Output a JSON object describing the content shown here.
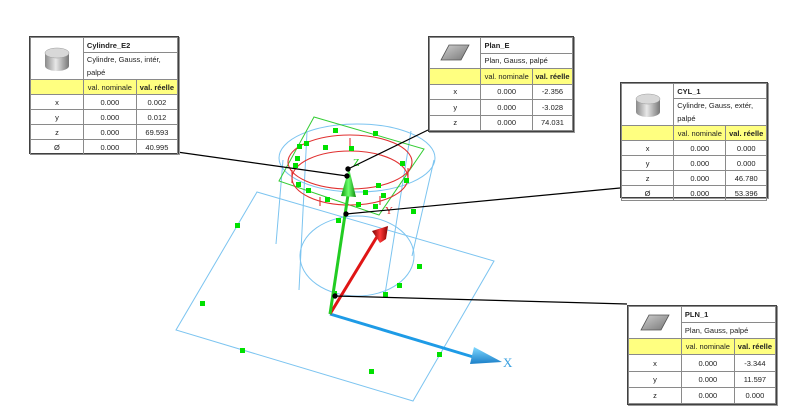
{
  "colors": {
    "header_row_bg": "#ffff80",
    "axis_x": "#1e9be6",
    "axis_y": "#e01515",
    "axis_z": "#22cc22",
    "plane_outline": "#7cc4f0",
    "probe_points": "#00e000",
    "plane_e_outline": "#33cc33",
    "cylinder_inner": "#e03030",
    "leader_line": "#000000"
  },
  "axes": {
    "x_label": "X",
    "y_label": "Y",
    "z_label": "Z"
  },
  "columns": {
    "nominal": "val. nominale",
    "actual": "val. réelle"
  },
  "features": [
    {
      "id": "cylindre_e2",
      "name": "Cylindre_E2",
      "type": "Cylindre, Gauss, intér, palpé",
      "icon": "cylinder-icon",
      "rows": [
        {
          "label": "x",
          "nominal": "0.000",
          "actual": "0.002"
        },
        {
          "label": "y",
          "nominal": "0.000",
          "actual": "0.012"
        },
        {
          "label": "z",
          "nominal": "0.000",
          "actual": "69.593"
        },
        {
          "label": "Ø",
          "nominal": "0.000",
          "actual": "40.995"
        }
      ]
    },
    {
      "id": "plan_e",
      "name": "Plan_E",
      "type": "Plan, Gauss, palpé",
      "icon": "plane-icon",
      "rows": [
        {
          "label": "x",
          "nominal": "0.000",
          "actual": "-2.356"
        },
        {
          "label": "y",
          "nominal": "0.000",
          "actual": "-3.028"
        },
        {
          "label": "z",
          "nominal": "0.000",
          "actual": "74.031"
        }
      ]
    },
    {
      "id": "cyl_1",
      "name": "CYL_1",
      "type": "Cylindre, Gauss, extér, palpé",
      "icon": "cylinder-icon",
      "rows": [
        {
          "label": "x",
          "nominal": "0.000",
          "actual": "0.000"
        },
        {
          "label": "y",
          "nominal": "0.000",
          "actual": "0.000"
        },
        {
          "label": "z",
          "nominal": "0.000",
          "actual": "46.780"
        },
        {
          "label": "Ø",
          "nominal": "0.000",
          "actual": "53.396"
        }
      ]
    },
    {
      "id": "pln_1",
      "name": "PLN_1",
      "type": "Plan, Gauss, palpé",
      "icon": "plane-icon",
      "rows": [
        {
          "label": "x",
          "nominal": "0.000",
          "actual": "-3.344"
        },
        {
          "label": "y",
          "nominal": "0.000",
          "actual": "11.597"
        },
        {
          "label": "z",
          "nominal": "0.000",
          "actual": "0.000"
        }
      ]
    }
  ]
}
